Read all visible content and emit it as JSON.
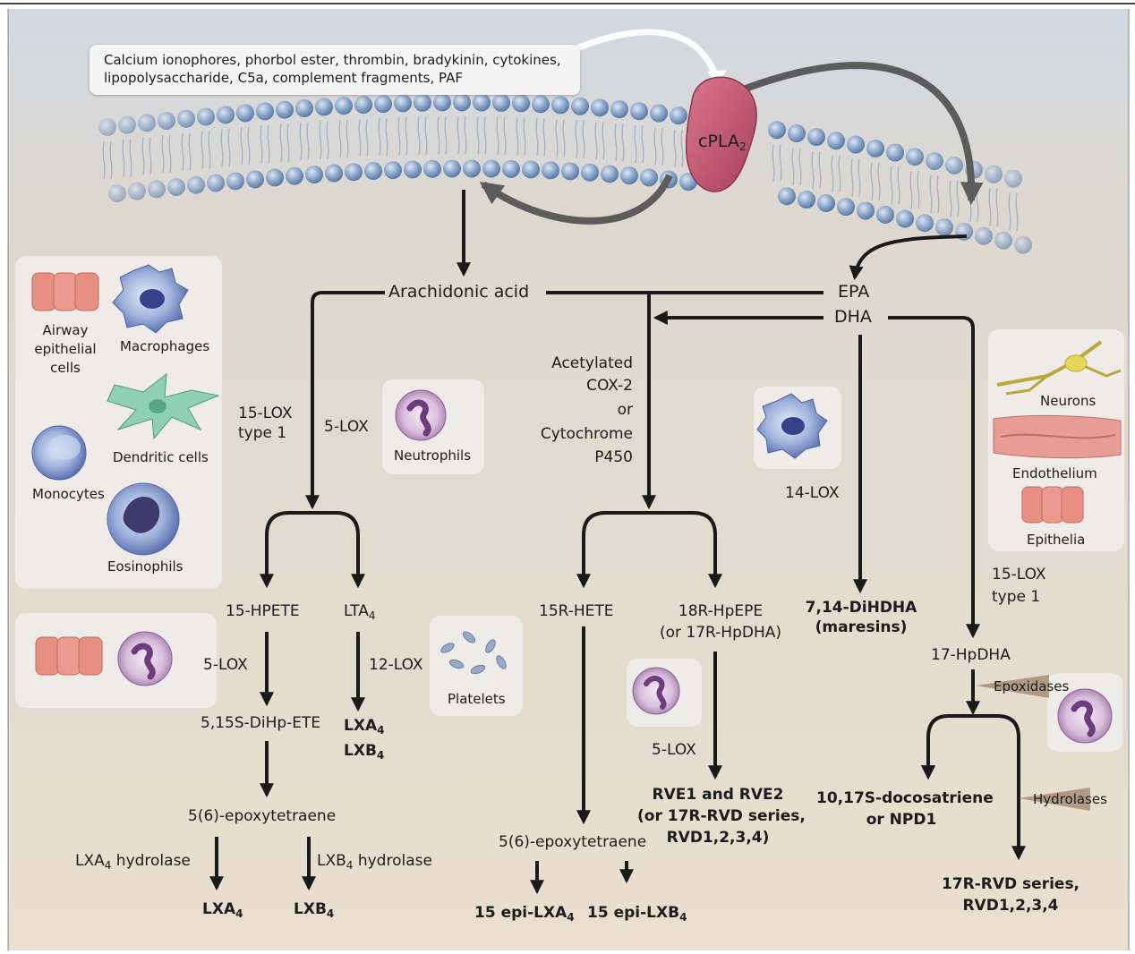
{
  "stimuli": {
    "line1": "Calcium ionophores, phorbol ester, thrombin, bradykinin, cytokines,",
    "line2": "lipopolysaccharide, C5a, complement fragments, PAF"
  },
  "enzyme": {
    "name": "cPLA",
    "sub": "2"
  },
  "substrates": {
    "arachidonic": "Arachidonic acid",
    "epa": "EPA",
    "dha": "DHA"
  },
  "cells": {
    "airway1": "Airway",
    "airway2": "epithelial",
    "airway3": "cells",
    "macrophages": "Macrophages",
    "dendritic": "Dendritic cells",
    "monocytes": "Monocytes",
    "eosinophils": "Eosinophils",
    "neutrophils": "Neutrophils",
    "platelets": "Platelets",
    "neurons": "Neurons",
    "endothelium": "Endothelium",
    "epithelia": "Epithelia"
  },
  "enzymes": {
    "lox15_a": "15-LOX",
    "lox15_b": "type 1",
    "lox5_top": "5-LOX",
    "lox5_left": "5-LOX",
    "lox12": "12-LOX",
    "lox5_mid": "5-LOX",
    "lox14": "14-LOX",
    "lox15r_a": "15-LOX",
    "lox15r_b": "type 1",
    "cox1": "Acetylated",
    "cox2": "COX-2",
    "cox3": "or",
    "cox4": "Cytochrome",
    "cox5": "P450",
    "epoxidases": "Epoxidases",
    "hydrolases": "Hydrolases",
    "lxa_hydrolase": "LXA",
    "lxa_hydrolase_sub": "4",
    "lxa_hydrolase_tail": " hydrolase",
    "lxb_hydrolase": "LXB",
    "lxb_hydrolase_sub": "4",
    "lxb_hydrolase_tail": " hydrolase"
  },
  "intermediates": {
    "hpete15": "15-HPETE",
    "lta": "LTA",
    "lta_sub": "4",
    "dihp": "5,15S-DiHp-ETE",
    "epoxy1": "5(6)-epoxytetraene",
    "hete15r": "15R-HETE",
    "hpepe1": "18R-HpEPE",
    "hpepe2": "(or 17R-HpDHA)",
    "epoxy2": "5(6)-epoxytetraene",
    "hpdha17": "17-HpDHA"
  },
  "products": {
    "lxa_mid": "LXA",
    "lxa_mid_sub": "4",
    "lxb_mid": "LXB",
    "lxb_mid_sub": "4",
    "maresins1": "7,14-DiHDHA",
    "maresins2": "(maresins)",
    "rve1": "RVE1 and RVE2",
    "rve2": "(or 17R-RVD series,",
    "rve3": "RVD1,2,3,4)",
    "npd1_1": "10,17S-docosatriene",
    "npd1_2": "or NPD1",
    "lxa_bot": "LXA",
    "lxa_bot_sub": "4",
    "lxb_bot": "LXB",
    "lxb_bot_sub": "4",
    "epi_lxa": "15 epi-LXA",
    "epi_lxa_sub": "4",
    "epi_lxb": "15 epi-LXB",
    "epi_lxb_sub": "4",
    "rvd1": "17R-RVD series,",
    "rvd2": "RVD1,2,3,4"
  }
}
